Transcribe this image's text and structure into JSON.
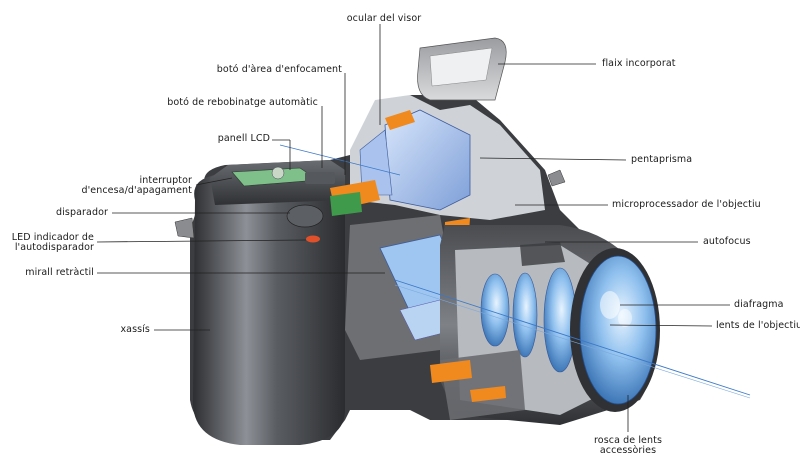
{
  "labels": {
    "ocular_visor": "ocular del visor",
    "boto_area": "botó d'àrea d'enfocament",
    "boto_rebobinatge": "botó de rebobinatge automàtic",
    "panell_lcd": "panell LCD",
    "interruptor_1": "interruptor",
    "interruptor_2": "d'encesa/d'apagament",
    "disparador": "disparador",
    "led_1": "LED indicador de",
    "led_2": "l'autodisparador",
    "mirall": "mirall retràctil",
    "xassis": "xassís",
    "flaix": "flaix incorporat",
    "pentaprisma": "pentaprisma",
    "microprocessador": "microprocessador de l'objectiu",
    "autofocus": "autofocus",
    "diafragma": "diafragma",
    "lents": "lents de l'objectiu",
    "rosca_1": "rosca de lents",
    "rosca_2": "accessòries"
  },
  "colors": {
    "body_dark": "#3a3c40",
    "body_light": "#8d9096",
    "lens_blue": "#7fb2e6",
    "orange": "#f08a1e",
    "lcd_green": "#7fbf8a",
    "led_red": "#e0502a"
  }
}
